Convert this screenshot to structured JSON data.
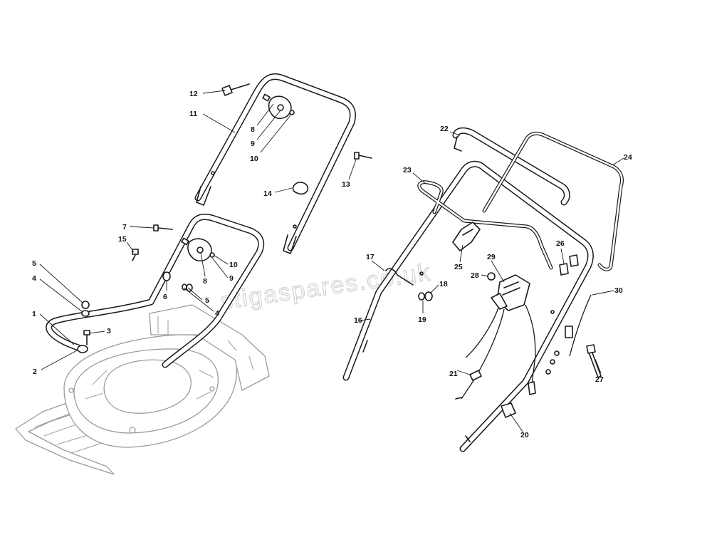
{
  "watermark": "stigaspares.co.uk",
  "callouts": [
    {
      "id": "c12",
      "label": "12"
    },
    {
      "id": "c11",
      "label": "11"
    },
    {
      "id": "c8a",
      "label": "8"
    },
    {
      "id": "c9a",
      "label": "9"
    },
    {
      "id": "c10a",
      "label": "10"
    },
    {
      "id": "c13",
      "label": "13"
    },
    {
      "id": "c14",
      "label": "14"
    },
    {
      "id": "c7",
      "label": "7"
    },
    {
      "id": "c15",
      "label": "15"
    },
    {
      "id": "c10b",
      "label": "10"
    },
    {
      "id": "c9b",
      "label": "9"
    },
    {
      "id": "c8b",
      "label": "8"
    },
    {
      "id": "c6",
      "label": "6"
    },
    {
      "id": "c5a",
      "label": "5"
    },
    {
      "id": "c4a",
      "label": "4"
    },
    {
      "id": "c5b",
      "label": "5"
    },
    {
      "id": "c4b",
      "label": "4"
    },
    {
      "id": "c1",
      "label": "1"
    },
    {
      "id": "c3",
      "label": "3"
    },
    {
      "id": "c2",
      "label": "2"
    },
    {
      "id": "c22",
      "label": "22"
    },
    {
      "id": "c24",
      "label": "24"
    },
    {
      "id": "c23",
      "label": "23"
    },
    {
      "id": "c26",
      "label": "26"
    },
    {
      "id": "c25",
      "label": "25"
    },
    {
      "id": "c29",
      "label": "29"
    },
    {
      "id": "c17",
      "label": "17"
    },
    {
      "id": "c28",
      "label": "28"
    },
    {
      "id": "c18",
      "label": "18"
    },
    {
      "id": "c19",
      "label": "19"
    },
    {
      "id": "c16",
      "label": "16"
    },
    {
      "id": "c30",
      "label": "30"
    },
    {
      "id": "c27",
      "label": "27"
    },
    {
      "id": "c21",
      "label": "21"
    },
    {
      "id": "c20",
      "label": "20"
    }
  ]
}
